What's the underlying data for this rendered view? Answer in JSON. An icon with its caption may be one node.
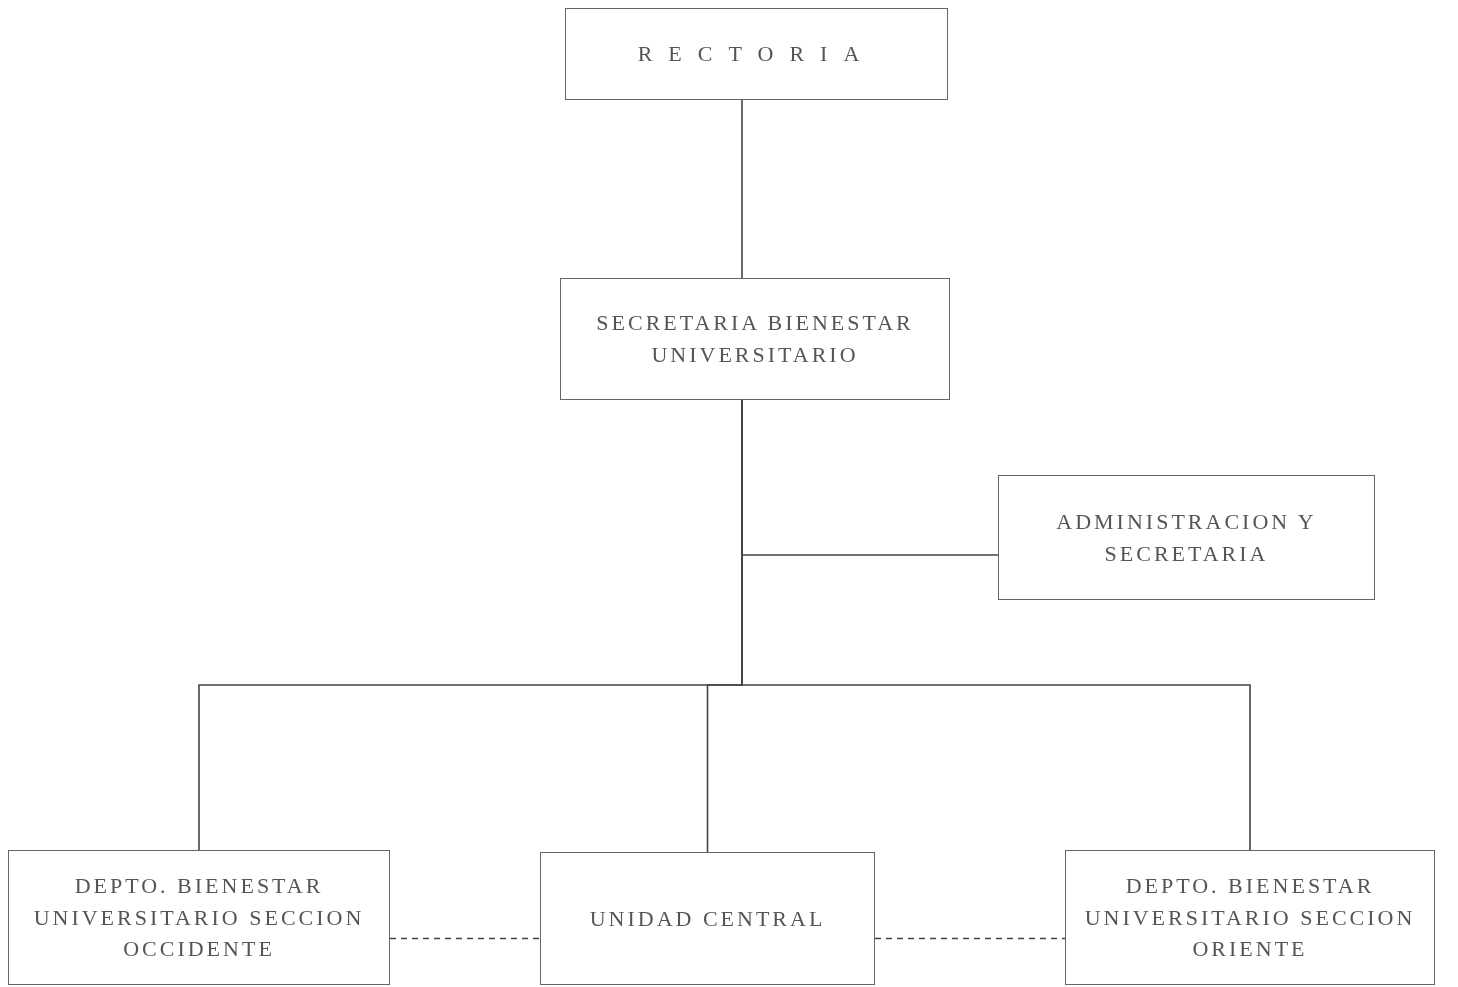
{
  "diagram": {
    "nodes": [
      {
        "text": [
          "RECTORIA"
        ]
      },
      {
        "text": [
          "SECRETARIA BIENESTAR UNIVERSITARIO"
        ]
      },
      {
        "text": [
          "ADMINISTRACION Y SECRETARIA"
        ]
      },
      {
        "text": [
          "DEPTO. BIENESTAR UNIVERSITARIO SECCION OCCIDENTE"
        ]
      },
      {
        "text": [
          "UNIDAD CENTRAL"
        ]
      },
      {
        "text": [
          "DEPTO. BIENESTAR UNIVERSITARIO SECCION ORIENTE"
        ]
      }
    ],
    "edges": [
      {
        "from": 0,
        "to": 1,
        "arrow": "none"
      },
      {
        "from": 1,
        "to": 2,
        "arrow": "none"
      },
      {
        "from": 1,
        "to": 3,
        "arrow": "none"
      },
      {
        "from": 1,
        "to": 4,
        "arrow": "none"
      },
      {
        "from": 1,
        "to": 5,
        "arrow": "none"
      },
      {
        "from": 3,
        "to": 4,
        "arrow": "none",
        "style": "dashed"
      },
      {
        "from": 4,
        "to": 5,
        "arrow": "none",
        "style": "dashed"
      }
    ]
  }
}
